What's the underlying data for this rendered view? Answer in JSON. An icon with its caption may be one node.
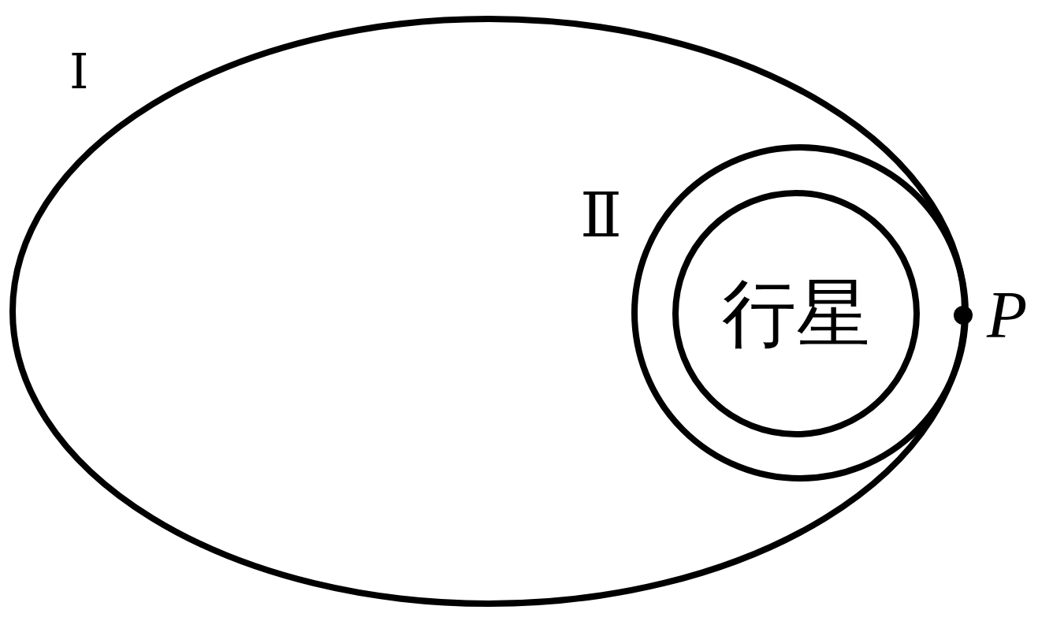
{
  "diagram": {
    "nodes": [
      {
        "text": [
          "Ⅰ"
        ]
      },
      {
        "text": [
          "Ⅱ"
        ],
        "in": 0
      },
      {
        "text": [
          "行星"
        ],
        "in": 1
      },
      {
        "text": [],
        "shape": "circle",
        "beside": [
          "P"
        ]
      }
    ]
  }
}
